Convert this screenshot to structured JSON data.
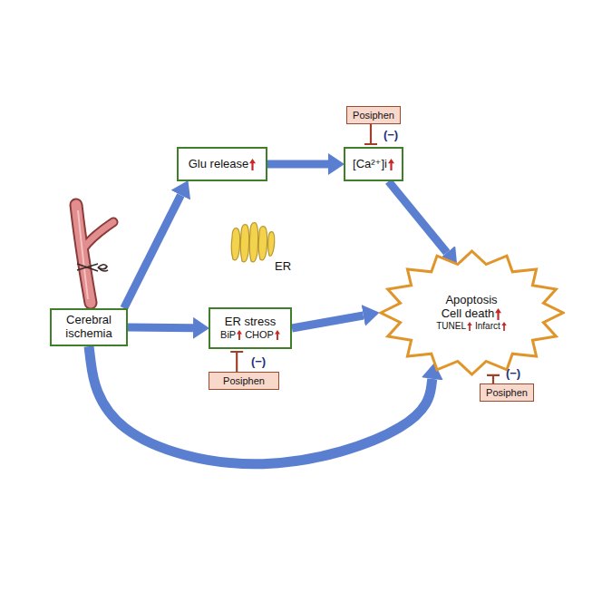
{
  "diagram": {
    "nodes": [
      {
        "text": [
          "Posiphen"
        ]
      },
      {
        "text": [
          "Glu release"
        ]
      },
      {
        "text": [
          "[Ca²⁺]i"
        ]
      },
      {
        "text": [
          "Cerebral ischemia"
        ]
      },
      {
        "text": [
          "ER stress",
          "BiP",
          "CHOP"
        ]
      },
      {
        "text": [
          "Apoptosis",
          "Cell death",
          "TUNEL",
          "Infarct"
        ]
      },
      {
        "text": [
          "Posiphen"
        ]
      },
      {
        "text": [
          "Posiphen"
        ]
      }
    ],
    "edges": [
      {
        "from": 3,
        "to": 1,
        "arrow": "to"
      },
      {
        "from": 1,
        "to": 2,
        "arrow": "to"
      },
      {
        "from": 2,
        "to": 5,
        "arrow": "to"
      },
      {
        "from": 3,
        "to": 4,
        "arrow": "to"
      },
      {
        "from": 4,
        "to": 5,
        "arrow": "to"
      },
      {
        "from": 3,
        "to": 5,
        "arrow": "to"
      },
      {
        "from": 0,
        "to": 2,
        "arrow": "to"
      },
      {
        "from": 6,
        "to": 4,
        "arrow": "to"
      },
      {
        "from": 7,
        "to": 5,
        "arrow": "to"
      }
    ],
    "labels": [
      "ER",
      "(−)",
      "(−)",
      "(−)"
    ]
  }
}
